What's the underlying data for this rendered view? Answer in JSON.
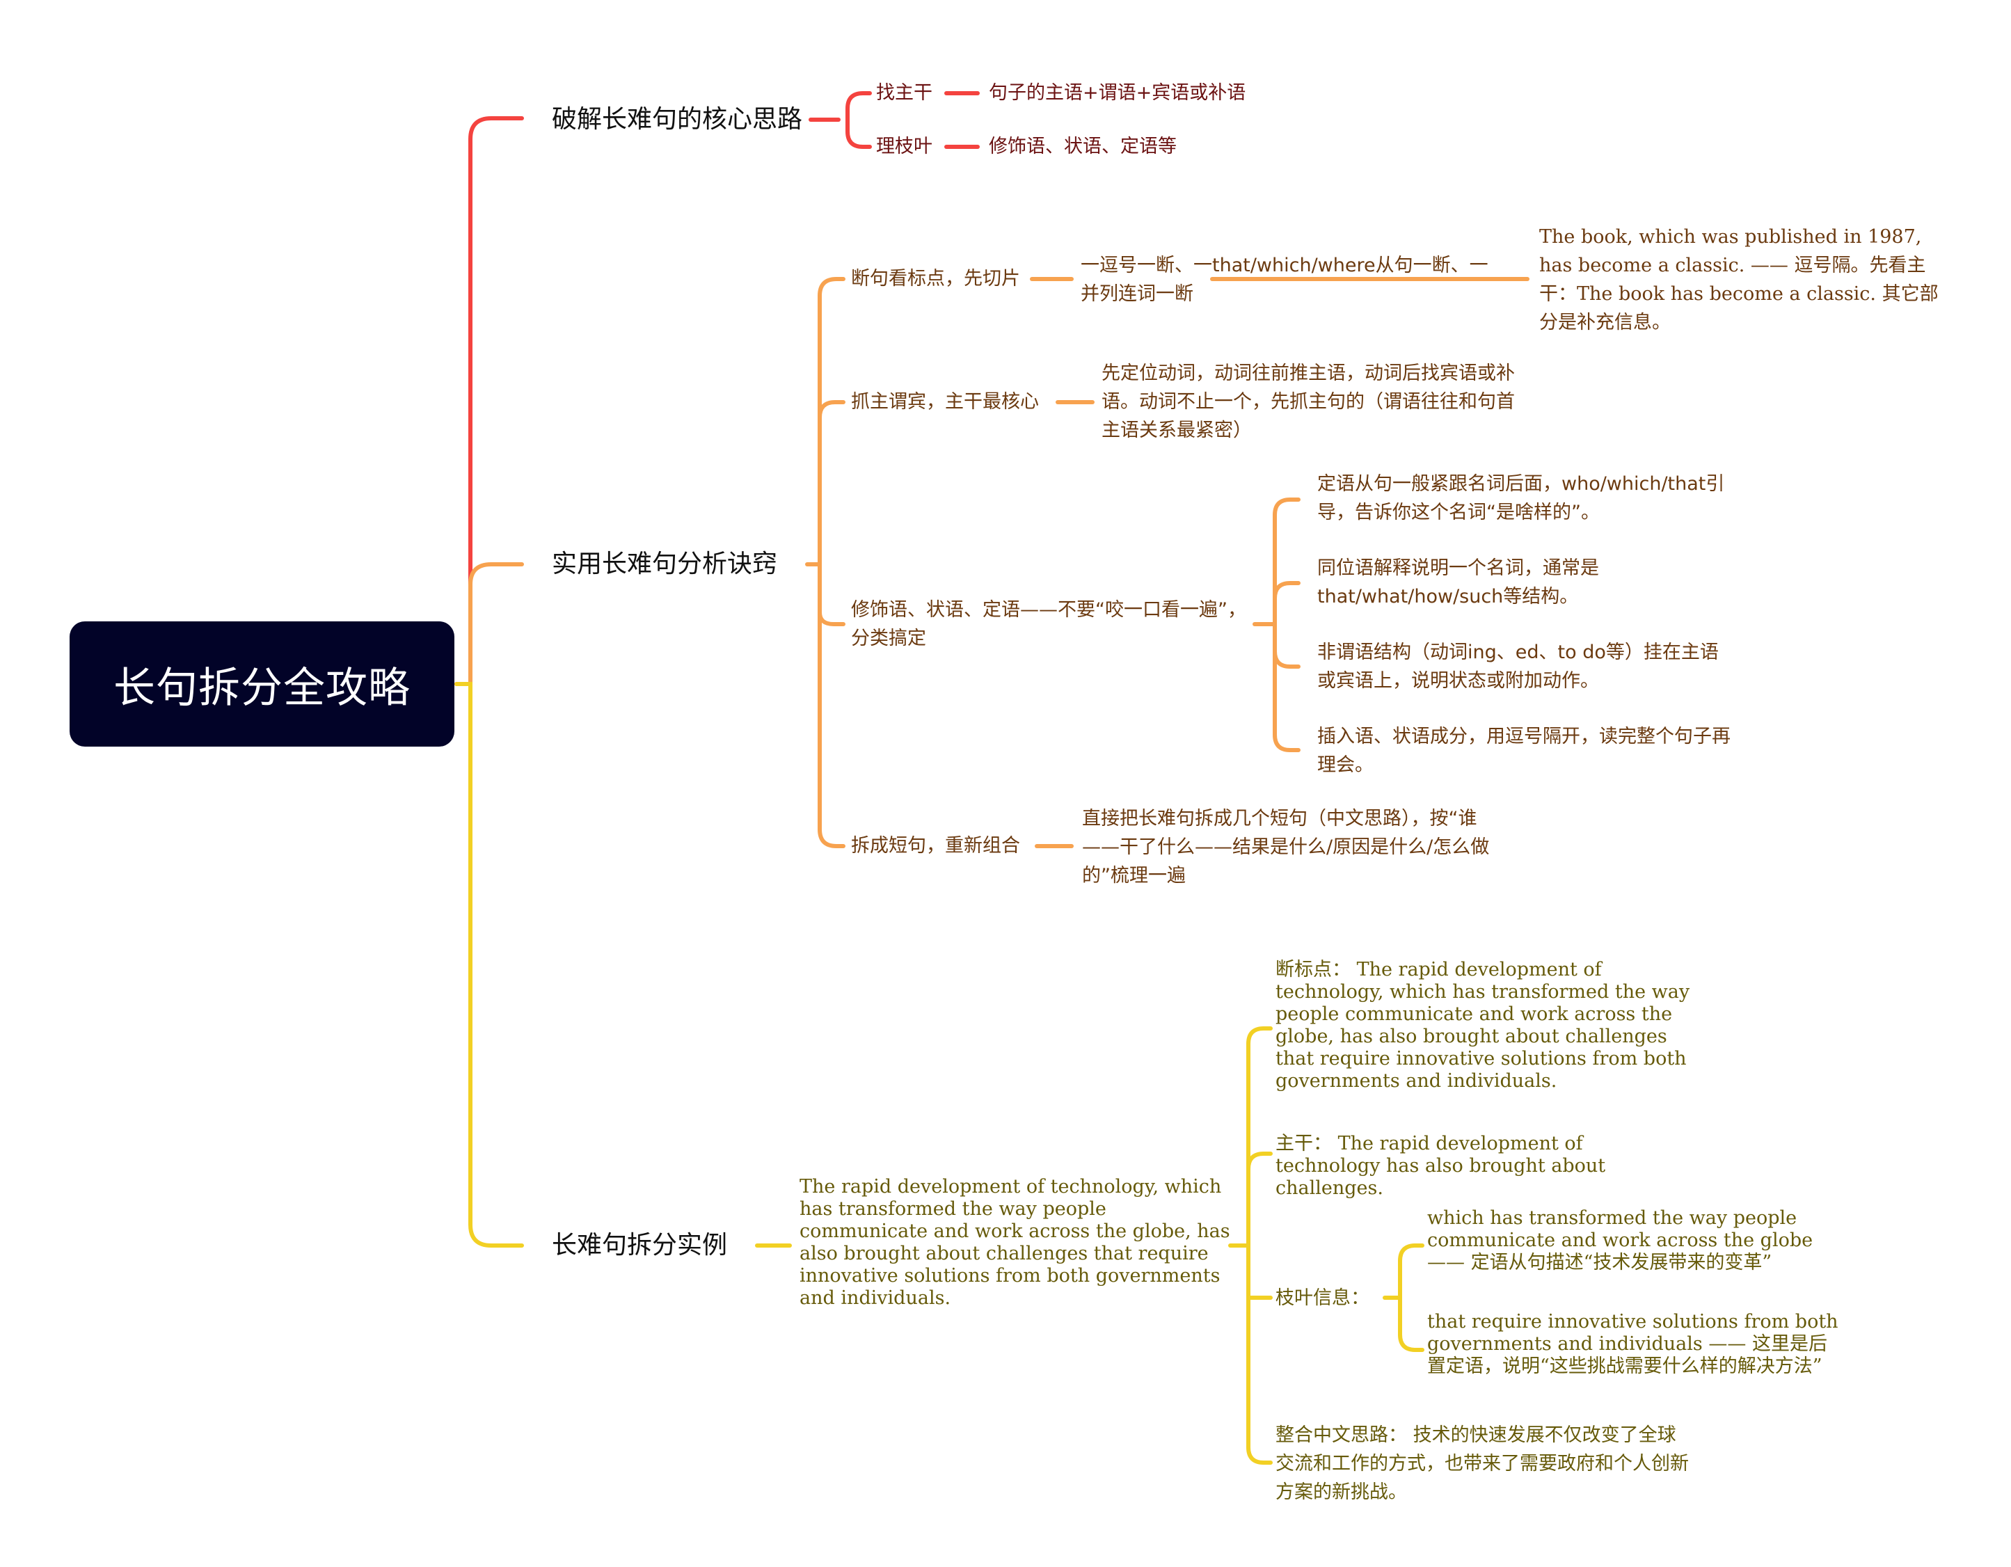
{
  "colors": {
    "root_bg": "#020328",
    "branch_red": "#f4433f",
    "branch_orange": "#f7a24f",
    "branch_yellow": "#f2d024",
    "text_red": "#6b1212",
    "text_orange": "#6b3a10",
    "text_yellow": "#665a0a"
  },
  "root": {
    "title": "长句拆分全攻略"
  },
  "branches": [
    {
      "label": "破解长难句的核心思路",
      "children": [
        {
          "label": "找主干",
          "detail": "句子的主语+谓语+宾语或补语"
        },
        {
          "label": "理枝叶",
          "detail": "修饰语、状语、定语等"
        }
      ]
    },
    {
      "label": "实用长难句分析诀窍",
      "children": [
        {
          "label": "断句看标点，先切片",
          "detail": "一逗号一断、一that/which/where从句一断、一并列连词一断",
          "example": "The book, which was published in 1987, has become a classic. —— 逗号隔。先看主干：The book has become a classic. 其它部分是补充信息。"
        },
        {
          "label": "抓主谓宾，主干最核心",
          "detail": "先定位动词，动词往前推主语，动词后找宾语或补语。动词不止一个，先抓主句的（谓语往往和句首主语关系最紧密）"
        },
        {
          "label": "修饰语、状语、定语——不要“咬一口看一遍”，分类搞定",
          "items": [
            "定语从句一般紧跟名词后面，who/which/that引导，告诉你这个名词“是啥样的”。",
            "同位语解释说明一个名词，通常是that/what/how/such等结构。",
            "非谓语结构（动词ing、ed、to do等）挂在主语或宾语上，说明状态或附加动作。",
            "插入语、状语成分，用逗号隔开，读完整个句子再理会。"
          ]
        },
        {
          "label": "拆成短句，重新组合",
          "detail": "直接把长难句拆成几个短句（中文思路），按“谁——干了什么——结果是什么/原因是什么/怎么做的”梳理一遍"
        }
      ]
    },
    {
      "label": "长难句拆分实例",
      "sentence": "The rapid development of technology, which has transformed the way people communicate and work across the globe, has also brought about challenges that require innovative solutions from both governments and individuals.",
      "children": [
        {
          "label": "断标点：",
          "text": "The rapid development of technology, which has transformed the way people communicate and work across the globe, has also brought about challenges that require innovative solutions from both governments and individuals."
        },
        {
          "label": "主干：",
          "text": "The rapid development of technology has also brought about challenges."
        },
        {
          "label": "枝叶信息：",
          "items": [
            {
              "en": "which has transformed the way people communicate and work across the globe",
              "zh": "—— 定语从句描述“技术发展带来的变革”"
            },
            {
              "en": "that require innovative solutions from both governments and individuals",
              "zh": "—— 这里是后置定语，说明“这些挑战需要什么样的解决方法”"
            }
          ]
        },
        {
          "label": "整合中文思路：",
          "text": "技术的快速发展不仅改变了全球交流和工作的方式，也带来了需要政府和个人创新方案的新挑战。"
        }
      ]
    }
  ]
}
